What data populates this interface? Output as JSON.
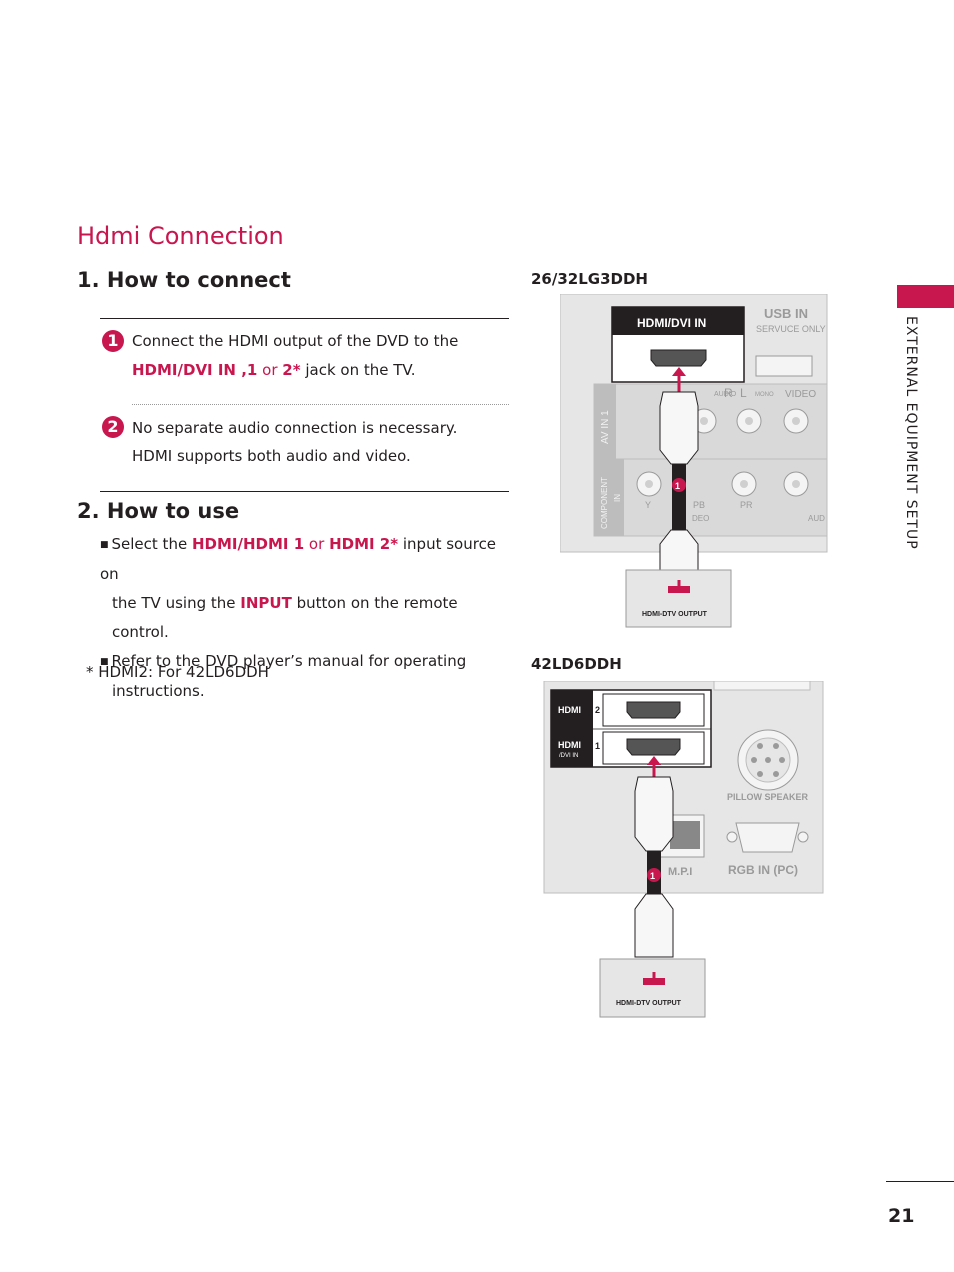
{
  "page": {
    "title": "Hdmi Connection",
    "side_label": "EXTERNAL EQUIPMENT SETUP",
    "page_number": "21"
  },
  "how_to_connect": {
    "heading": "1. How to connect",
    "step1_num": "1",
    "step1_line1": "Connect the HDMI output of the DVD to the",
    "step1_hl1": "HDMI/DVI IN ,1",
    "step1_or": "or",
    "step1_hl2": "2*",
    "step1_tail": "jack on the TV.",
    "step2_num": "2",
    "step2_line1": "No separate audio connection is necessary.",
    "step2_line2": "HDMI supports both audio and video."
  },
  "how_to_use": {
    "heading": "2. How to use",
    "b1_pre": "Select the",
    "b1_hl1": "HDMI/HDMI 1",
    "b1_or": "or",
    "b1_hl2": "HDMI 2*",
    "b1_post": "input source on",
    "b1_line2_pre": "the TV using the",
    "b1_hl3": "INPUT",
    "b1_line2_post": "button on the remote control.",
    "b2_line1": "Refer to the DVD player’s manual for operating",
    "b2_line2": "instructions.",
    "footnote": "* HDMI2: For 42LD6DDH"
  },
  "diagram1": {
    "model": "26/32LG3DDH",
    "hdmi_label": "HDMI/DVI IN",
    "usb_label": "USB IN",
    "usb_sub": "SERVUCE ONLY",
    "av_label": "AV IN 1",
    "audio_r": "R",
    "audio_text": "AUDIO",
    "audio_l": "L",
    "mono": "MONO",
    "video": "VIDEO",
    "component": "COMPONENT",
    "component_in": "IN",
    "y": "Y",
    "pb": "PB",
    "pr": "PR",
    "deo": "DEO",
    "aud": "AUD",
    "marker": "1",
    "output_label": "HDMI-DTV OUTPUT"
  },
  "diagram2": {
    "model": "42LD6DDH",
    "hdmi2_label": "HDMI",
    "hdmi2_num": "2",
    "hdmi1_label": "HDMI",
    "hdmi1_sub": "/DVI IN",
    "hdmi1_num": "1",
    "pillow": "PILLOW SPEAKER",
    "mpi": "M.P.I",
    "rgb": "RGB IN (PC)",
    "marker": "1",
    "output_label": "HDMI-DTV OUTPUT"
  }
}
